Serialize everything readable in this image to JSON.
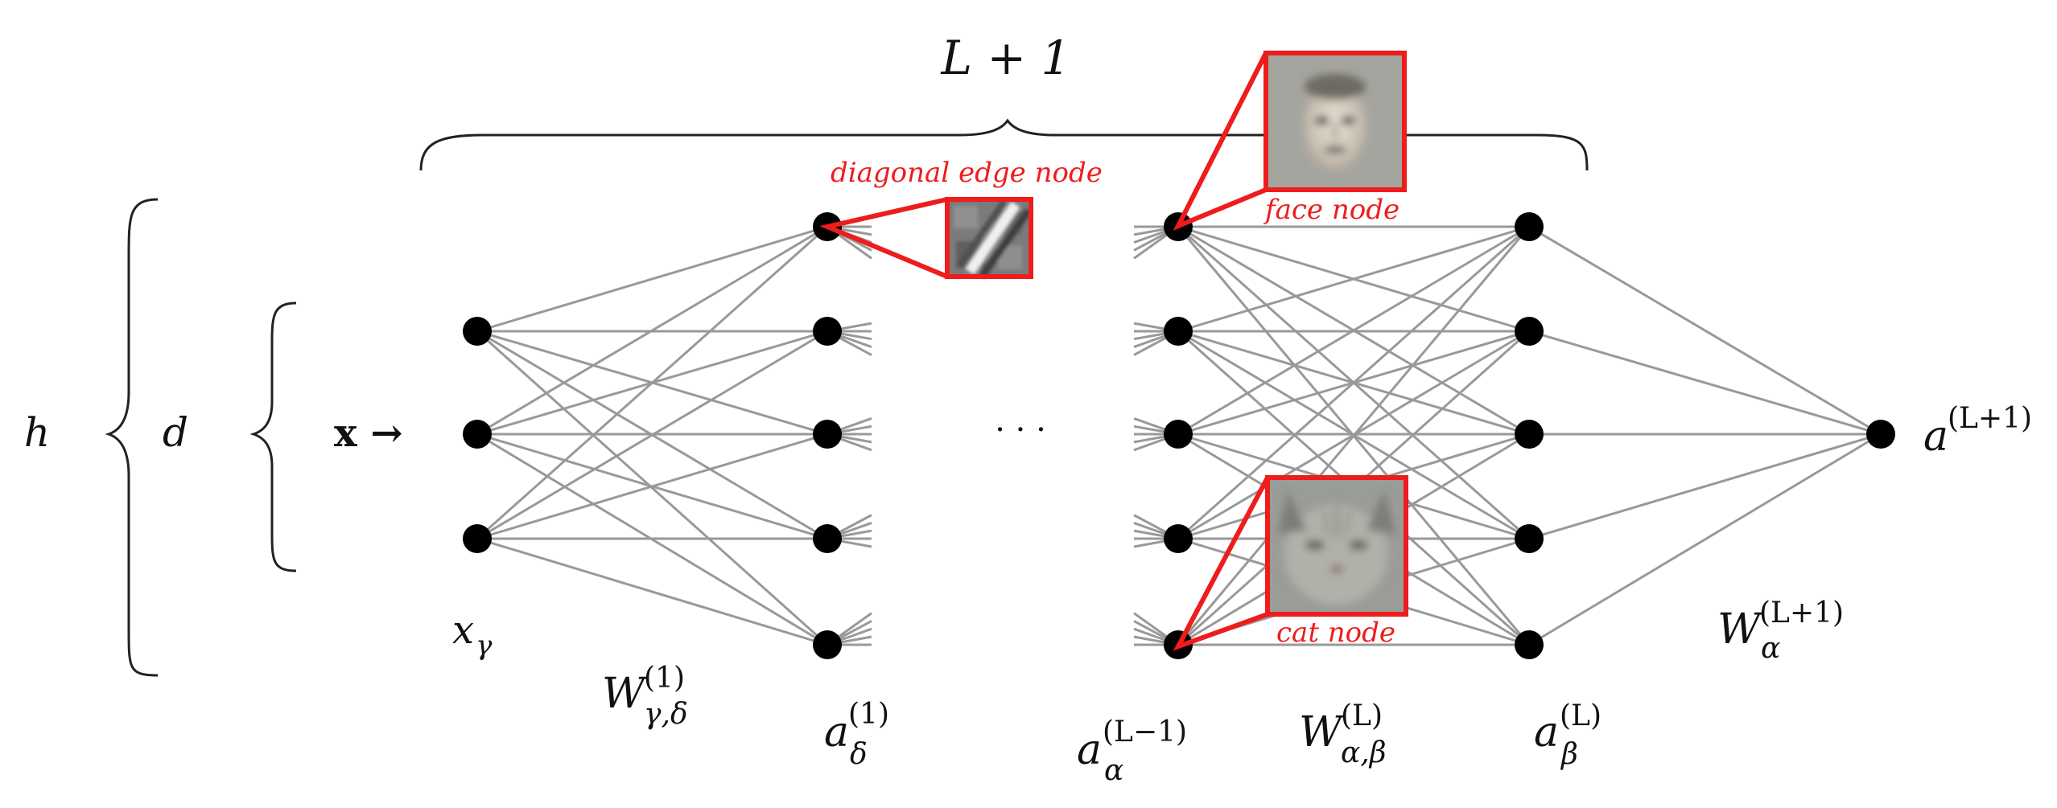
{
  "labels": {
    "top_brace": "L + 1",
    "h": "h",
    "d": "d",
    "input_arrow": "x →",
    "x_gamma": {
      "base": "x",
      "sub": "γ"
    },
    "w1": {
      "base": "W",
      "sup": "(1)",
      "sub": "γ,δ"
    },
    "a1": {
      "base": "a",
      "sup": "(1)",
      "sub": "δ"
    },
    "aLm1": {
      "base": "a",
      "sup": "(L−1)",
      "sub": "α"
    },
    "wL": {
      "base": "W",
      "sup": "(L)",
      "sub": "α,β"
    },
    "aL": {
      "base": "a",
      "sup": "(L)",
      "sub": "β"
    },
    "wLp1": {
      "base": "W",
      "sup": "(L+1)",
      "sub": "α"
    },
    "aLp1": {
      "base": "a",
      "sup": "(L+1)"
    },
    "ellipsis": "· · ·"
  },
  "callouts": {
    "diagonal_edge": "diagonal edge node",
    "face": "face node",
    "cat": "cat node"
  },
  "colors": {
    "edge": "#999999",
    "node": "#000000",
    "callout": "#ee1c1c"
  },
  "network": {
    "input_nodes": 3,
    "hidden_nodes": 5,
    "output_nodes": 1
  }
}
